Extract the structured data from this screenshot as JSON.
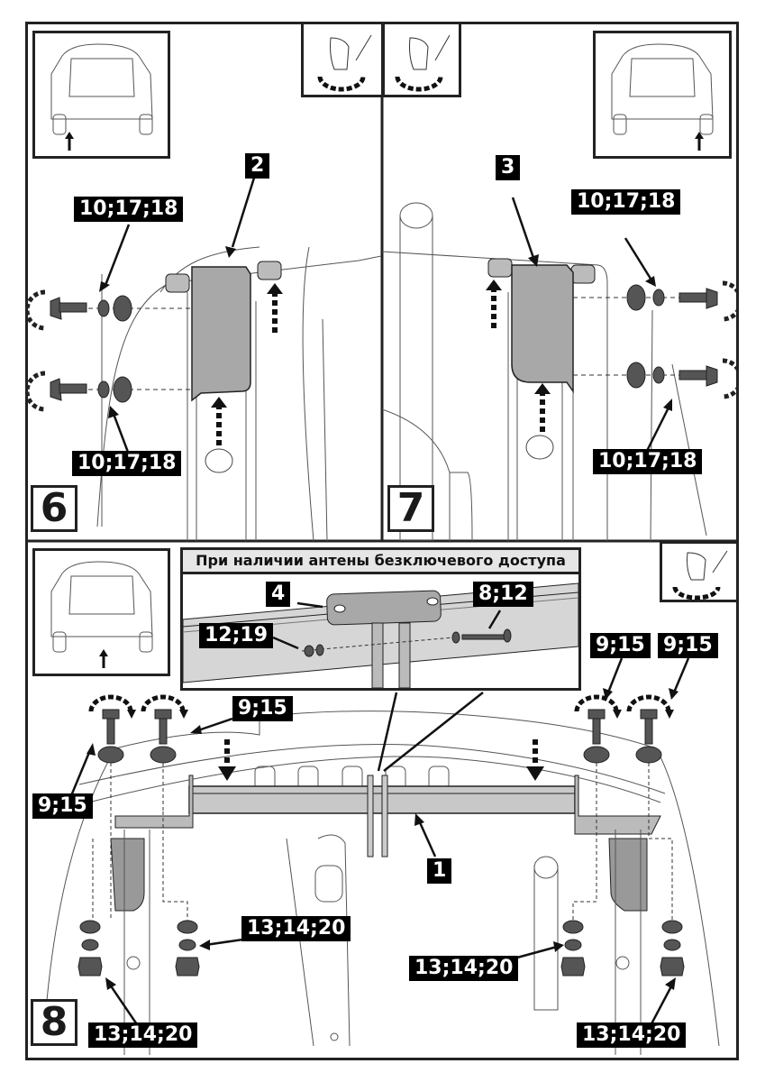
{
  "document": {
    "type": "towbar installation instruction sheet",
    "steps": [
      {
        "number": "6",
        "side": "left",
        "part_label": "2",
        "fastener_labels": [
          "10;17;18",
          "10;17;18"
        ],
        "car_view_arrow": "left-rear-wheel",
        "tool_icon": "hand-wrench-tighten-icon"
      },
      {
        "number": "7",
        "side": "right",
        "part_label": "3",
        "fastener_labels": [
          "10;17;18",
          "10;17;18"
        ],
        "car_view_arrow": "right-rear-wheel",
        "tool_icon": "hand-wrench-tighten-icon"
      },
      {
        "number": "8",
        "side": "center",
        "part_label": "1",
        "inset_caption": "При наличии антены безключевого доступа",
        "inset_labels": {
          "bracket": "4",
          "bolt": "8;12",
          "nut": "12;19"
        },
        "top_bolt_labels": [
          "9;15",
          "9;15",
          "9;15",
          "9;15"
        ],
        "bottom_nut_labels": [
          "13;14;20",
          "13;14;20",
          "13;14;20",
          "13;14;20"
        ],
        "car_view_arrow": "center-rear",
        "tool_icon": "hand-wrench-tighten-icon"
      }
    ]
  },
  "colors": {
    "ink": "#222222",
    "label_bg": "#000000",
    "label_text": "#ffffff",
    "part_fill": "#a8a8a8",
    "fastener_fill": "#555555",
    "caption_bg": "#e6e6e6"
  }
}
